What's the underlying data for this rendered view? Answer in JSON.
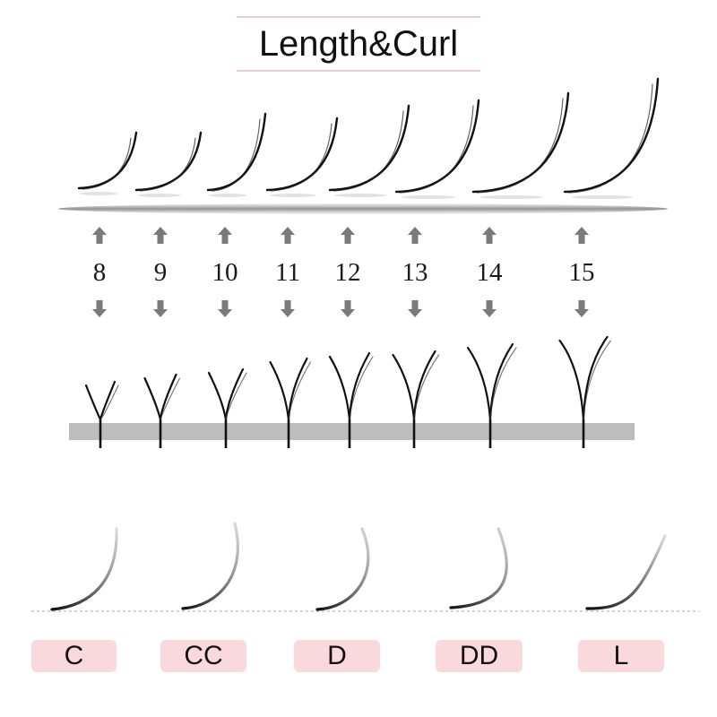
{
  "title": "Length&Curl",
  "lengths": [
    "8",
    "9",
    "10",
    "11",
    "12",
    "13",
    "14",
    "15"
  ],
  "curls": [
    "C",
    "CC",
    "D",
    "DD",
    "L"
  ],
  "colors": {
    "title_rule": "#f2c9cf",
    "badge_bg": "#f9d9dc",
    "arrow": "#7a7a7a",
    "strip": "#bdbdbd",
    "lash": "#111111"
  },
  "icons": [
    "arrow-up-icon",
    "arrow-down-icon"
  ]
}
